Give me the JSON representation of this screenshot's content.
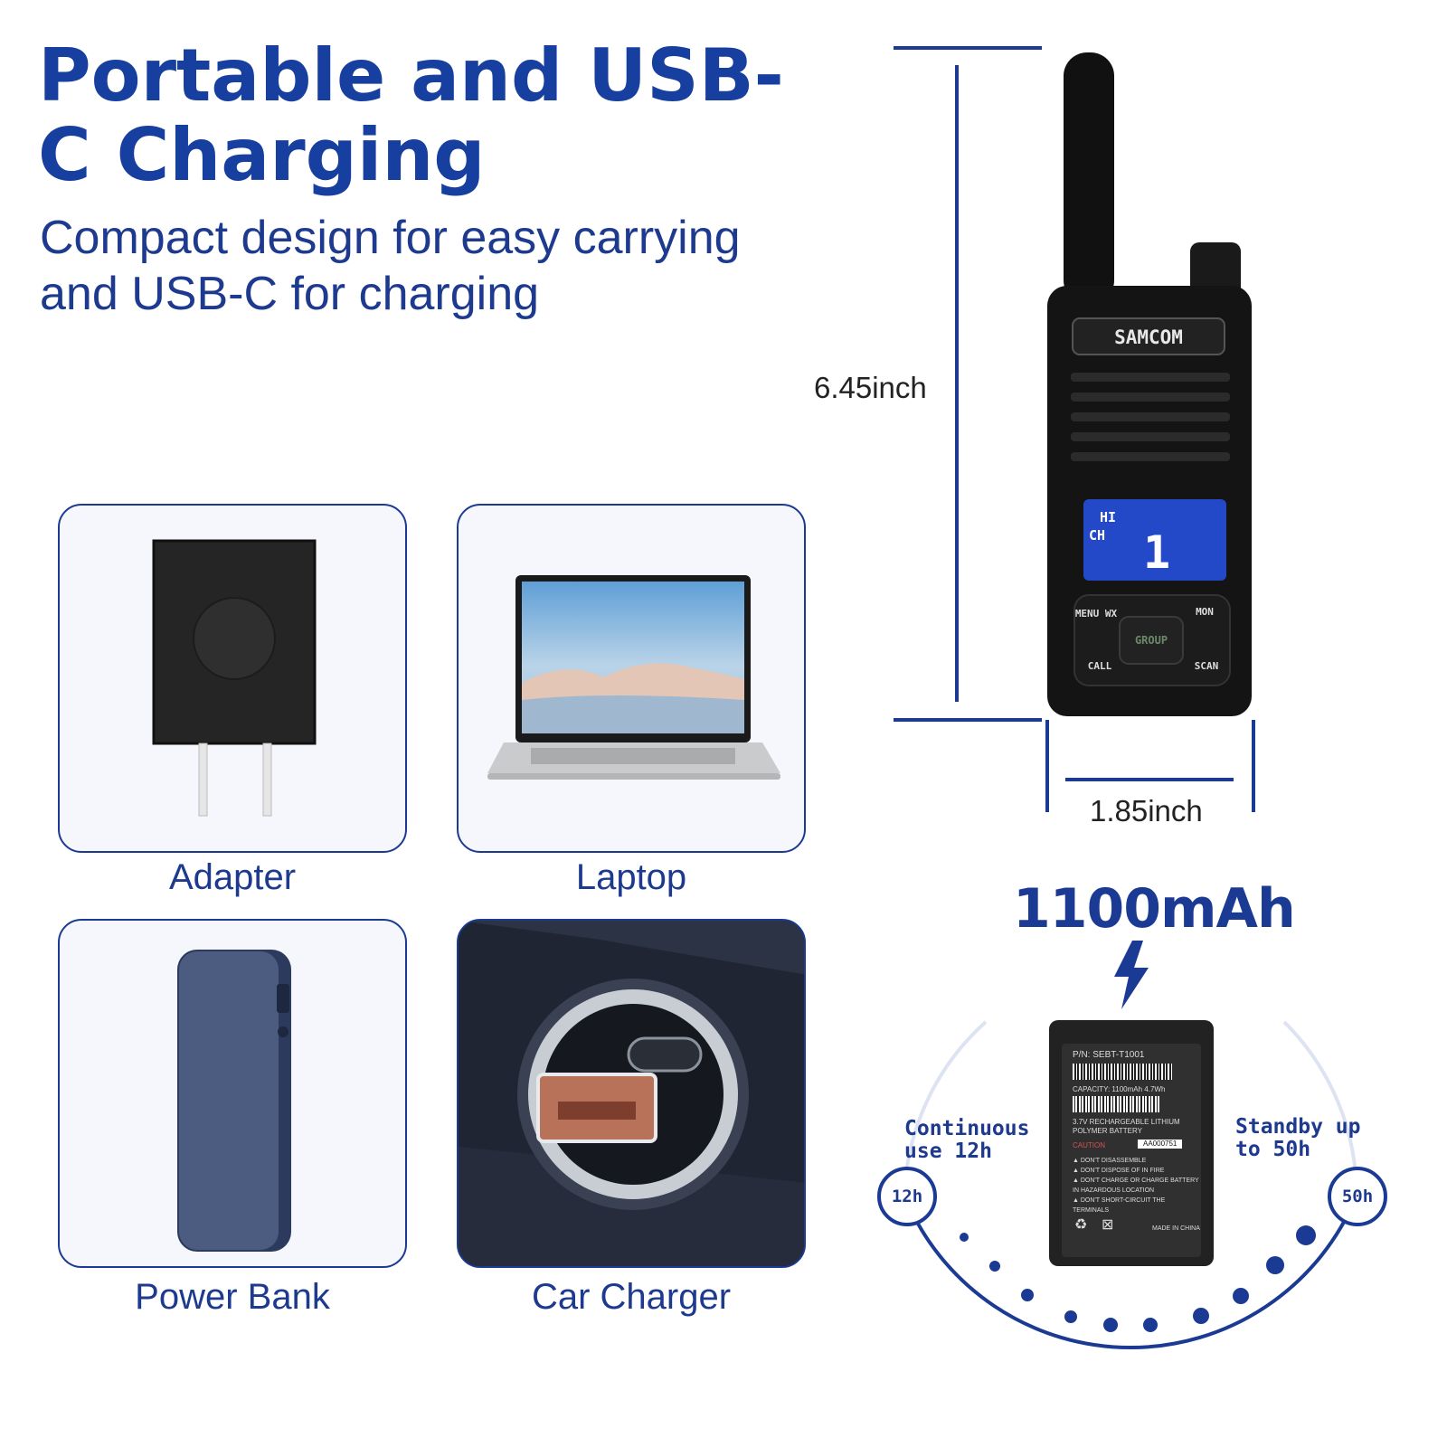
{
  "heading": {
    "title": "Portable and USB-C Charging",
    "subtitle": "Compact design for easy carrying and USB-C for charging"
  },
  "charging_options": [
    {
      "label": "Adapter"
    },
    {
      "label": "Laptop"
    },
    {
      "label": "Power Bank"
    },
    {
      "label": "Car Charger"
    }
  ],
  "radio": {
    "brand": "SAMCOM",
    "height": "6.45inch",
    "width": "1.85inch",
    "display": {
      "power": "HI",
      "channel_label": "CH",
      "channel": "1"
    },
    "keys": {
      "menu": "MENU WX",
      "mon": "MON",
      "call": "CALL",
      "scan": "SCAN",
      "group": "GROUP"
    }
  },
  "battery": {
    "capacity": "1100mAh",
    "continuous": "Continuous use 12h",
    "standby": "Standby up to 50h",
    "badge_left": "12h",
    "badge_right": "50h",
    "label": {
      "pn": "P/N:  SEBT-T1001",
      "capacity": "CAPACITY:  1100mAh 4.7Wh",
      "type": "3.7V RECHARGEABLE LITHIUM POLYMER BATTERY",
      "caution": "CAUTION",
      "serial": "AA000751",
      "warnings": [
        "▲ DON'T DISASSEMBLE",
        "▲ DON'T DISPOSE OF IN FIRE",
        "▲ DON'T CHARGE OR CHARGE BATTERY IN HAZARDOUS LOCATION",
        "▲ DON'T SHORT-CIRCUIT THE TERMINALS"
      ],
      "origin": "MADE IN CHINA"
    }
  },
  "colors": {
    "accent": "#1b3a94",
    "title": "#163fa0"
  }
}
